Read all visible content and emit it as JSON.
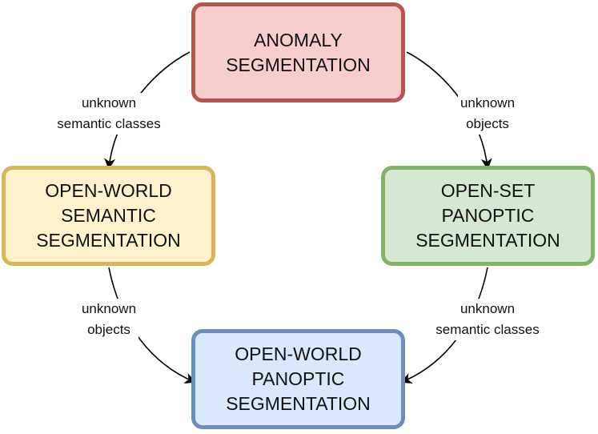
{
  "diagram": {
    "nodes": [
      {
        "id": "anomaly",
        "label": "ANOMALY\nSEGMENTATION",
        "fill": "#f8cecc",
        "stroke": "#b85450"
      },
      {
        "id": "ows",
        "label": "OPEN-WORLD\nSEMANTIC\nSEGMENTATION",
        "fill": "#fff2cc",
        "stroke": "#d6b656"
      },
      {
        "id": "osp",
        "label": "OPEN-SET\nPANOPTIC\nSEGMENTATION",
        "fill": "#d5e8d4",
        "stroke": "#82b366"
      },
      {
        "id": "owp",
        "label": "OPEN-WORLD\nPANOPTIC\nSEGMENTATION",
        "fill": "#dae8fc",
        "stroke": "#6c8ebf"
      }
    ],
    "edges": [
      {
        "from": "anomaly",
        "to": "ows",
        "label": "unknown\nsemantic classes"
      },
      {
        "from": "anomaly",
        "to": "osp",
        "label": "unknown\nobjects"
      },
      {
        "from": "ows",
        "to": "owp",
        "label": "unknown\nobjects"
      },
      {
        "from": "osp",
        "to": "owp",
        "label": "unknown\nsemantic classes"
      }
    ]
  }
}
